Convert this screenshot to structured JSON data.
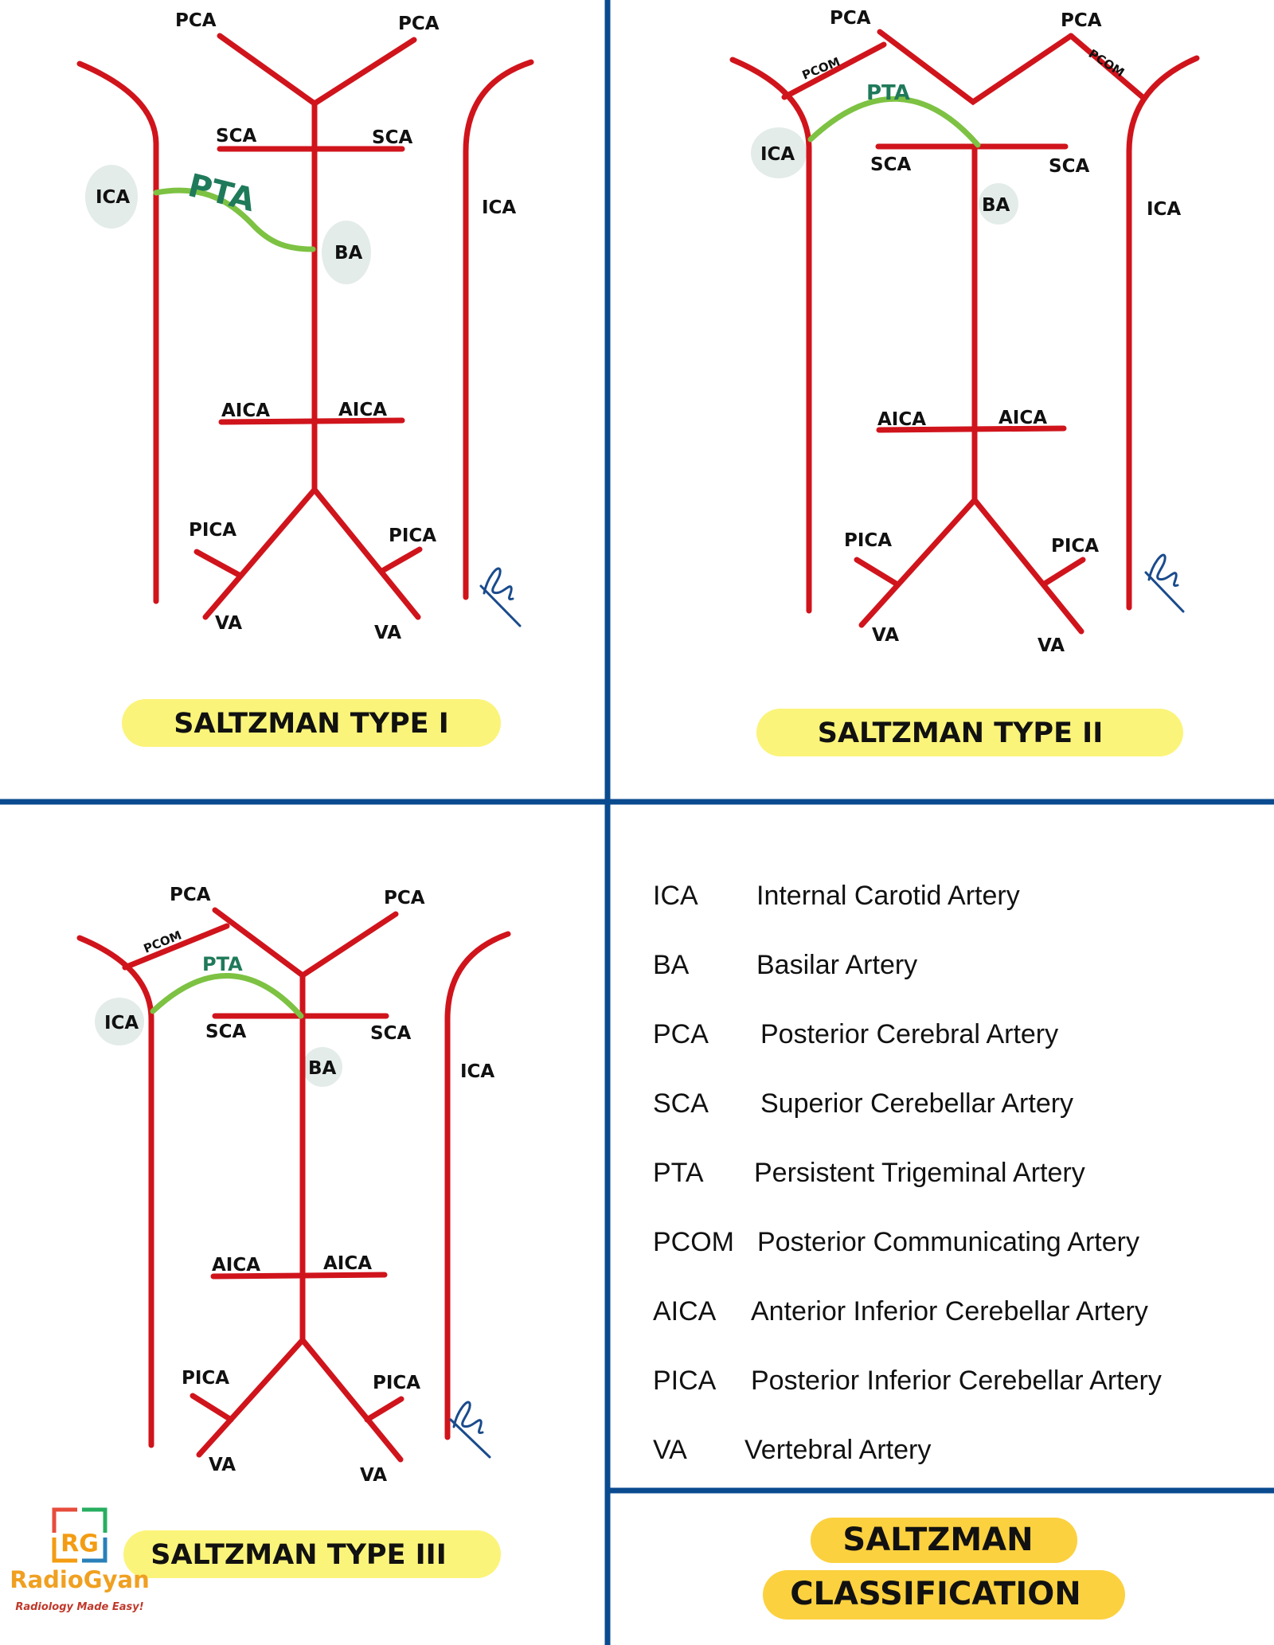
{
  "panels": {
    "type1": {
      "banner": "SALTZMAN TYPE I",
      "labels": {
        "pca_left": "PCA",
        "pca_right": "PCA",
        "sca_left": "SCA",
        "sca_right": "SCA",
        "ica_left": "ICA",
        "ica_right": "ICA",
        "pta": "PTA",
        "ba": "BA",
        "aica_left": "AICA",
        "aica_right": "AICA",
        "pica_left": "PICA",
        "pica_right": "PICA",
        "va_left": "VA",
        "va_right": "VA"
      }
    },
    "type2": {
      "banner": "SALTZMAN TYPE II",
      "labels": {
        "pca_left": "PCA",
        "pca_right": "PCA",
        "pcom_left": "PCOM",
        "pcom_right": "PCOM",
        "pta": "PTA",
        "ica_left": "ICA",
        "ica_right": "ICA",
        "sca_left": "SCA",
        "sca_right": "SCA",
        "ba": "BA",
        "aica_left": "AICA",
        "aica_right": "AICA",
        "pica_left": "PICA",
        "pica_right": "PICA",
        "va_left": "VA",
        "va_right": "VA"
      }
    },
    "type3": {
      "banner": "SALTZMAN TYPE III",
      "labels": {
        "pca_left": "PCA",
        "pca_right": "PCA",
        "pcom": "PCOM",
        "pta": "PTA",
        "ica_left": "ICA",
        "ica_right": "ICA",
        "sca_left": "SCA",
        "sca_right": "SCA",
        "ba": "BA",
        "aica_left": "AICA",
        "aica_right": "AICA",
        "pica_left": "PICA",
        "pica_right": "PICA",
        "va_left": "VA",
        "va_right": "VA"
      }
    }
  },
  "legend": [
    {
      "abbr": "ICA",
      "desc": "Internal Carotid Artery"
    },
    {
      "abbr": "BA",
      "desc": "Basilar Artery"
    },
    {
      "abbr": "PCA",
      "desc": "Posterior Cerebral Artery"
    },
    {
      "abbr": "SCA",
      "desc": "Superior Cerebellar Artery"
    },
    {
      "abbr": "PTA",
      "desc": "Persistent Trigeminal Artery"
    },
    {
      "abbr": "PCOM",
      "desc": "Posterior Communicating Artery"
    },
    {
      "abbr": "AICA",
      "desc": "Anterior Inferior Cerebellar Artery"
    },
    {
      "abbr": "PICA",
      "desc": "Posterior Inferior Cerebellar Artery"
    },
    {
      "abbr": "VA",
      "desc": "Vertebral Artery"
    }
  ],
  "title": {
    "line1": "SALTZMAN",
    "line2": "CLASSIFICATION"
  },
  "logo": {
    "letters": "RG",
    "name": "RadioGyan",
    "tagline": "Radiology Made Easy!"
  },
  "colors": {
    "artery": "#d0141c",
    "pta": "#7dc242",
    "divider": "#0a4a8f",
    "banner": "#fbf47a",
    "title_banner": "#fcd13f",
    "label_bubble": "#e3ece8",
    "signature": "#1a4b8c"
  }
}
